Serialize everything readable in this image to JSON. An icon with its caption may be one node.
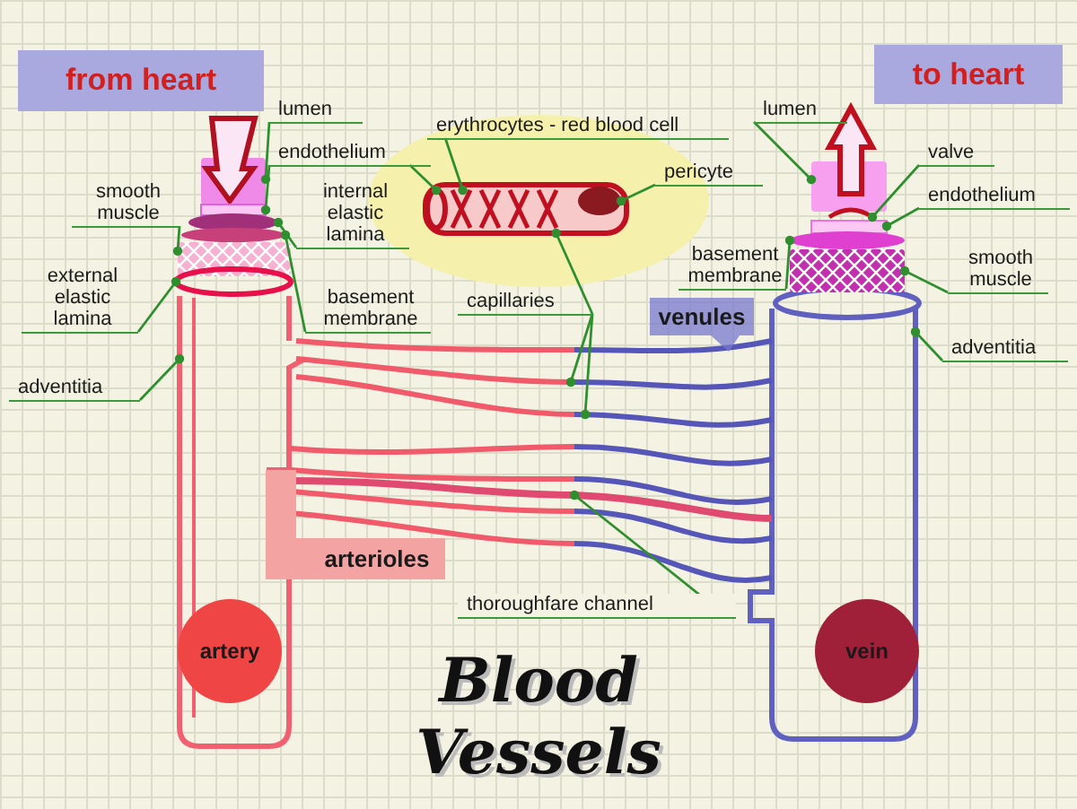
{
  "diagram": {
    "title": "Blood Vessels",
    "nodes": [
      {
        "text": [
          "from heart"
        ]
      },
      {
        "text": [
          "to heart"
        ]
      },
      {
        "text": [
          "lumen"
        ]
      },
      {
        "text": [
          "endothelium"
        ]
      },
      {
        "text": [
          "erythrocytes - red blood cell"
        ]
      },
      {
        "text": [
          "internal elastic lamina"
        ]
      },
      {
        "text": [
          "smooth muscle"
        ]
      },
      {
        "text": [
          "pericyte"
        ]
      },
      {
        "text": [
          "lumen"
        ]
      },
      {
        "text": [
          "valve"
        ]
      },
      {
        "text": [
          "endothelium"
        ]
      },
      {
        "text": [
          "external elastic lamina"
        ]
      },
      {
        "text": [
          "basement membrane"
        ]
      },
      {
        "text": [
          "basement membrane"
        ]
      },
      {
        "text": [
          "smooth muscle"
        ]
      },
      {
        "text": [
          "capillaries"
        ]
      },
      {
        "text": [
          "adventitia"
        ]
      },
      {
        "text": [
          "venules"
        ]
      },
      {
        "text": [
          "adventitia"
        ]
      },
      {
        "text": [
          "arterioles"
        ]
      },
      {
        "text": [
          "thoroughfare channel"
        ]
      },
      {
        "text": [
          "artery"
        ]
      },
      {
        "text": [
          "vein"
        ]
      },
      {
        "text": [],
        "shape": "cylinder"
      },
      {
        "text": [],
        "shape": "cylinder"
      },
      {
        "text": [],
        "shape": "tube"
      },
      {
        "text": [],
        "shape": "ring",
        "in": 25
      },
      {
        "text": [],
        "shape": "picture",
        "in": 25
      },
      {
        "text": [],
        "shape": "circle",
        "in": 25
      },
      {
        "text": [],
        "shape": "picture"
      },
      {
        "text": [],
        "shape": "band"
      },
      {
        "text": [],
        "shape": "band"
      },
      {
        "text": [],
        "shape": "ring"
      },
      {
        "text": [],
        "shape": "ring"
      },
      {
        "text": [],
        "shape": "cylinder"
      },
      {
        "text": [],
        "shape": "ring"
      },
      {
        "text": [],
        "shape": "cylinder"
      },
      {
        "text": [],
        "shape": "ring"
      }
    ],
    "edges": [
      {
        "from": 2,
        "to": 23,
        "arrow": "other"
      },
      {
        "from": 3,
        "to": 30,
        "arrow": "other"
      },
      {
        "from": 3,
        "to": 26,
        "arrow": "other"
      },
      {
        "from": 4,
        "to": 27,
        "arrow": "other"
      },
      {
        "from": 5,
        "to": 32,
        "arrow": "other"
      },
      {
        "from": 6,
        "to": 34,
        "arrow": "other"
      },
      {
        "from": 7,
        "to": 28,
        "arrow": "other"
      },
      {
        "from": 8,
        "to": 24,
        "arrow": "other"
      },
      {
        "from": 9,
        "to": 29,
        "arrow": "other"
      },
      {
        "from": 10,
        "to": 31,
        "arrow": "other"
      },
      {
        "from": 11,
        "to": 37,
        "arrow": "other"
      },
      {
        "from": 12,
        "to": 33,
        "arrow": "other"
      },
      {
        "from": 13,
        "to": 35,
        "arrow": "other"
      },
      {
        "from": 14,
        "to": 36,
        "arrow": "other"
      },
      {
        "from": 15,
        "to": 25,
        "arrow": "other"
      },
      {
        "from": 15,
        "to": null,
        "arrow": "other"
      },
      {
        "from": 15,
        "to": null,
        "arrow": "other"
      },
      {
        "from": 16,
        "to": null,
        "arrow": "other"
      },
      {
        "from": 18,
        "to": null,
        "arrow": "other"
      },
      {
        "from": 20,
        "to": null,
        "arrow": "other"
      }
    ]
  }
}
